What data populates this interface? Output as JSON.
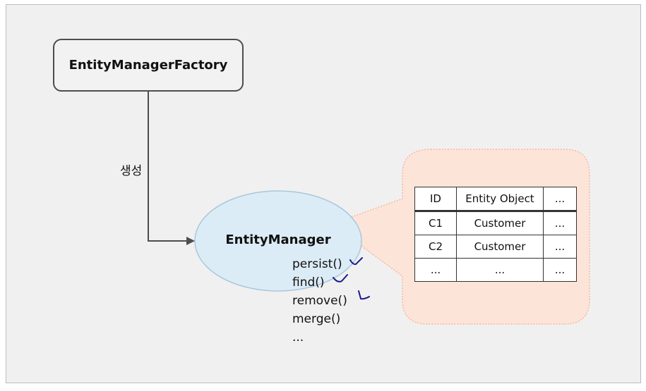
{
  "factory": {
    "label": "EntityManagerFactory"
  },
  "arrow": {
    "label": "생성"
  },
  "entity_manager": {
    "label": "EntityManager",
    "methods": [
      "persist()",
      "find()",
      "remove()",
      "merge()",
      "..."
    ],
    "checked_methods": [
      "persist()",
      "find()",
      "remove()"
    ]
  },
  "cache_table": {
    "headers": [
      "ID",
      "Entity Object",
      "..."
    ],
    "rows": [
      [
        "C1",
        "Customer",
        "..."
      ],
      [
        "C2",
        "Customer",
        "..."
      ],
      [
        "...",
        "...",
        "..."
      ]
    ]
  },
  "colors": {
    "ellipse_fill": "#dcecf6",
    "ellipse_stroke": "#a9c7dc",
    "callout_fill": "#fde4d8",
    "callout_stroke": "#f4b99f",
    "check_ink": "#1a1a8c"
  }
}
